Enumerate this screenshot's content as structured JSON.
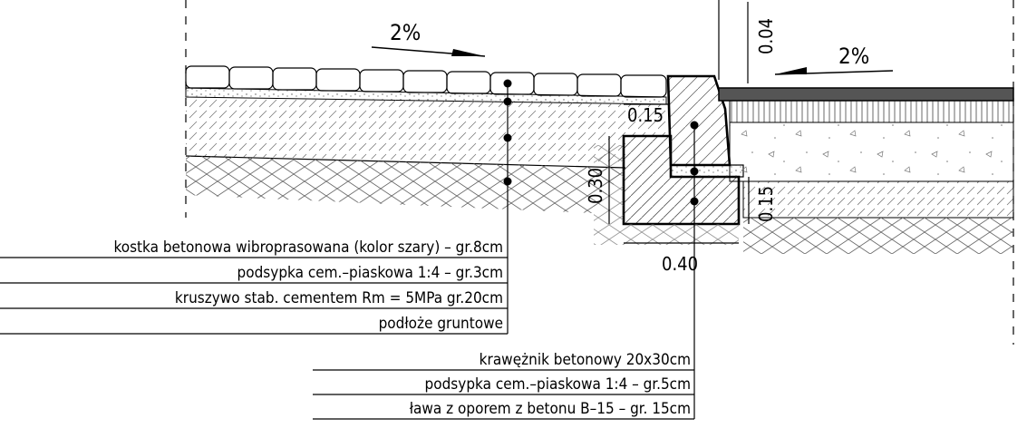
{
  "diagram": {
    "slopes": {
      "left": "2%",
      "right": "2%"
    },
    "dimensions": {
      "d_004": "0.04",
      "d_015_top": "0.15",
      "d_030": "0.30",
      "d_015_side": "0.15",
      "d_040": "0.40"
    },
    "left_layers": [
      "kostka betonowa wibroprasowana (kolor szary) – gr.8cm",
      "podsypka cem.–piaskowa   1:4 – gr.3cm",
      "kruszywo stab. cementem Rm = 5MPa gr.20cm",
      "podłoże gruntowe"
    ],
    "curb_layers": [
      "krawężnik betonowy 20x30cm",
      "podsypka cem.–piaskowa   1:4 – gr.5cm",
      "ława z oporem z betonu B–15 – gr. 15cm"
    ]
  }
}
